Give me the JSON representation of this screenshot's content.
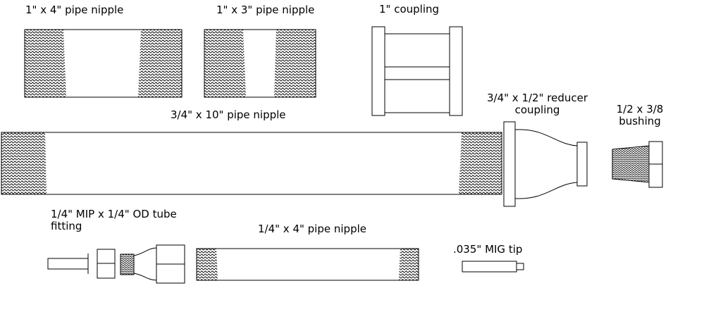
{
  "diagram": {
    "labels": {
      "nipple_1x4": "1\" x 4\" pipe nipple",
      "nipple_1x3": "1\" x 3\" pipe nipple",
      "coupling_1": "1\" coupling",
      "reducer_line1": "3/4\" x 1/2\" reducer",
      "reducer_line2": "coupling",
      "bushing_line1": "1/2 x 3/8",
      "bushing_line2": "bushing",
      "nipple_34x10": "3/4\" x 10\" pipe nipple",
      "tube_fitting_line1": "1/4\" MIP x 1/4\" OD tube",
      "tube_fitting_line2": "fitting",
      "nipple_14x4": "1/4\" x 4\" pipe nipple",
      "mig_tip": ".035\" MIG tip"
    },
    "colors": {
      "stroke": "#000000",
      "background": "#ffffff"
    }
  }
}
